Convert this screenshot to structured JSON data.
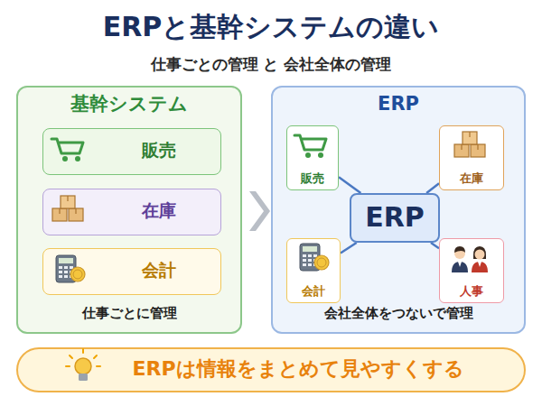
{
  "diagram": {
    "title": "ERPと基幹システムの違い",
    "nodes": [
      {
        "text": [
          "基幹システム",
          "仕事ごとに管理"
        ]
      },
      {
        "text": [
          "販売"
        ],
        "in": 0
      },
      {
        "text": [
          "在庫"
        ],
        "in": 0
      },
      {
        "text": [
          "会計"
        ],
        "in": 0
      },
      {
        "text": [
          "ERP",
          "会社全体をつないで管理"
        ]
      },
      {
        "text": [
          "販売"
        ],
        "in": 4
      },
      {
        "text": [
          "在庫"
        ],
        "in": 4
      },
      {
        "text": [
          "ERP"
        ],
        "in": 4
      },
      {
        "text": [
          "会計"
        ],
        "in": 4
      },
      {
        "text": [
          "人事"
        ],
        "in": 4
      },
      {
        "text": [
          "ERPは情報をまとめて見やすくする"
        ]
      }
    ],
    "edges": [
      {
        "from": 7,
        "to": 5,
        "arrow": "none"
      },
      {
        "from": 7,
        "to": 6,
        "arrow": "none"
      },
      {
        "from": 7,
        "to": 8,
        "arrow": "none"
      },
      {
        "from": 7,
        "to": 9,
        "arrow": "none"
      }
    ],
    "labels": [
      "仕事ごとの管理 と 会社全体の管理"
    ]
  }
}
